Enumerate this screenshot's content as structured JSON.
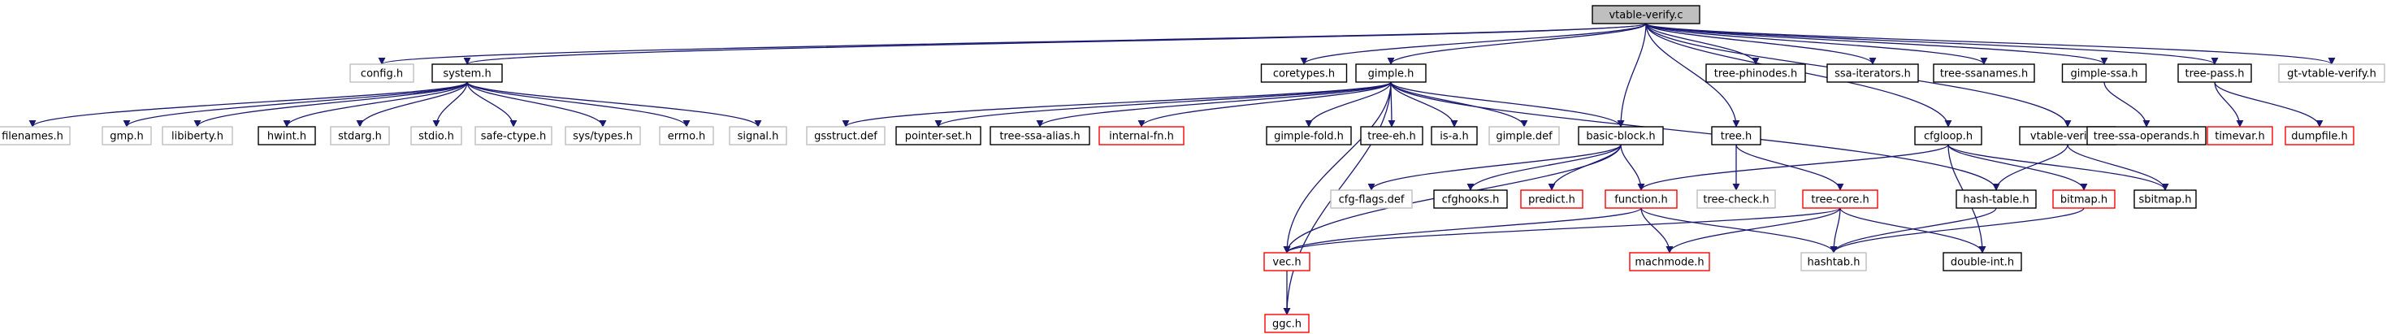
{
  "colors": {
    "edge": "#191970",
    "border_black": "#000000",
    "border_gray": "#bfbfbf",
    "border_red": "#ff0000",
    "root_fill": "#bfbfbf",
    "text": "#000000"
  },
  "nodes": [
    {
      "id": "vtable-verify-c",
      "label": "vtable-verify.c",
      "style": "root"
    },
    {
      "id": "config-h",
      "label": "config.h",
      "style": "gray"
    },
    {
      "id": "system-h",
      "label": "system.h",
      "style": "black"
    },
    {
      "id": "coretypes-h",
      "label": "coretypes.h",
      "style": "black"
    },
    {
      "id": "gimple-h",
      "label": "gimple.h",
      "style": "black"
    },
    {
      "id": "tree-phinodes-h",
      "label": "tree-phinodes.h",
      "style": "black"
    },
    {
      "id": "ssa-iterators-h",
      "label": "ssa-iterators.h",
      "style": "black"
    },
    {
      "id": "tree-ssanames-h",
      "label": "tree-ssanames.h",
      "style": "black"
    },
    {
      "id": "gimple-ssa-h",
      "label": "gimple-ssa.h",
      "style": "black"
    },
    {
      "id": "tree-pass-h",
      "label": "tree-pass.h",
      "style": "black"
    },
    {
      "id": "gt-vtable-verify-h",
      "label": "gt-vtable-verify.h",
      "style": "gray"
    },
    {
      "id": "filenames-h",
      "label": "filenames.h",
      "style": "gray"
    },
    {
      "id": "gmp-h",
      "label": "gmp.h",
      "style": "gray"
    },
    {
      "id": "libiberty-h",
      "label": "libiberty.h",
      "style": "gray"
    },
    {
      "id": "hwint-h",
      "label": "hwint.h",
      "style": "black"
    },
    {
      "id": "stdarg-h",
      "label": "stdarg.h",
      "style": "gray"
    },
    {
      "id": "stdio-h",
      "label": "stdio.h",
      "style": "gray"
    },
    {
      "id": "safe-ctype-h",
      "label": "safe-ctype.h",
      "style": "gray"
    },
    {
      "id": "sys-types-h",
      "label": "sys/types.h",
      "style": "gray"
    },
    {
      "id": "errno-h",
      "label": "errno.h",
      "style": "gray"
    },
    {
      "id": "signal-h",
      "label": "signal.h",
      "style": "gray"
    },
    {
      "id": "gsstruct-def",
      "label": "gsstruct.def",
      "style": "gray"
    },
    {
      "id": "pointer-set-h",
      "label": "pointer-set.h",
      "style": "black"
    },
    {
      "id": "tree-ssa-alias-h",
      "label": "tree-ssa-alias.h",
      "style": "black"
    },
    {
      "id": "internal-fn-h",
      "label": "internal-fn.h",
      "style": "red"
    },
    {
      "id": "gimple-fold-h",
      "label": "gimple-fold.h",
      "style": "black"
    },
    {
      "id": "tree-eh-h",
      "label": "tree-eh.h",
      "style": "black"
    },
    {
      "id": "is-a-h",
      "label": "is-a.h",
      "style": "black"
    },
    {
      "id": "gimple-def",
      "label": "gimple.def",
      "style": "gray"
    },
    {
      "id": "basic-block-h",
      "label": "basic-block.h",
      "style": "black"
    },
    {
      "id": "tree-h",
      "label": "tree.h",
      "style": "black"
    },
    {
      "id": "cfgloop-h",
      "label": "cfgloop.h",
      "style": "black"
    },
    {
      "id": "vtable-verify-h",
      "label": "vtable-verify.h",
      "style": "black"
    },
    {
      "id": "tree-ssa-operands-h",
      "label": "tree-ssa-operands.h",
      "style": "black"
    },
    {
      "id": "timevar-h",
      "label": "timevar.h",
      "style": "red"
    },
    {
      "id": "dumpfile-h",
      "label": "dumpfile.h",
      "style": "red"
    },
    {
      "id": "cfg-flags-def",
      "label": "cfg-flags.def",
      "style": "gray"
    },
    {
      "id": "cfghooks-h",
      "label": "cfghooks.h",
      "style": "black"
    },
    {
      "id": "predict-h",
      "label": "predict.h",
      "style": "red"
    },
    {
      "id": "function-h",
      "label": "function.h",
      "style": "red"
    },
    {
      "id": "tree-check-h",
      "label": "tree-check.h",
      "style": "gray"
    },
    {
      "id": "tree-core-h",
      "label": "tree-core.h",
      "style": "red"
    },
    {
      "id": "hash-table-h",
      "label": "hash-table.h",
      "style": "black"
    },
    {
      "id": "bitmap-h",
      "label": "bitmap.h",
      "style": "red"
    },
    {
      "id": "sbitmap-h",
      "label": "sbitmap.h",
      "style": "black"
    },
    {
      "id": "vec-h",
      "label": "vec.h",
      "style": "red"
    },
    {
      "id": "machmode-h",
      "label": "machmode.h",
      "style": "red"
    },
    {
      "id": "hashtab-h",
      "label": "hashtab.h",
      "style": "gray"
    },
    {
      "id": "double-int-h",
      "label": "double-int.h",
      "style": "black"
    },
    {
      "id": "ggc-h",
      "label": "ggc.h",
      "style": "red"
    }
  ],
  "edges": [
    [
      "vtable-verify-c",
      "config-h"
    ],
    [
      "vtable-verify-c",
      "system-h"
    ],
    [
      "vtable-verify-c",
      "coretypes-h"
    ],
    [
      "vtable-verify-c",
      "gimple-h"
    ],
    [
      "vtable-verify-c",
      "tree-phinodes-h"
    ],
    [
      "vtable-verify-c",
      "ssa-iterators-h"
    ],
    [
      "vtable-verify-c",
      "tree-ssanames-h"
    ],
    [
      "vtable-verify-c",
      "gimple-ssa-h"
    ],
    [
      "vtable-verify-c",
      "tree-pass-h"
    ],
    [
      "vtable-verify-c",
      "gt-vtable-verify-h"
    ],
    [
      "vtable-verify-c",
      "basic-block-h"
    ],
    [
      "vtable-verify-c",
      "tree-h"
    ],
    [
      "vtable-verify-c",
      "cfgloop-h"
    ],
    [
      "vtable-verify-c",
      "vtable-verify-h"
    ],
    [
      "system-h",
      "filenames-h"
    ],
    [
      "system-h",
      "gmp-h"
    ],
    [
      "system-h",
      "libiberty-h"
    ],
    [
      "system-h",
      "hwint-h"
    ],
    [
      "system-h",
      "stdarg-h"
    ],
    [
      "system-h",
      "stdio-h"
    ],
    [
      "system-h",
      "safe-ctype-h"
    ],
    [
      "system-h",
      "sys-types-h"
    ],
    [
      "system-h",
      "errno-h"
    ],
    [
      "system-h",
      "signal-h"
    ],
    [
      "gimple-h",
      "gsstruct-def"
    ],
    [
      "gimple-h",
      "pointer-set-h"
    ],
    [
      "gimple-h",
      "tree-ssa-alias-h"
    ],
    [
      "gimple-h",
      "internal-fn-h"
    ],
    [
      "gimple-h",
      "gimple-fold-h"
    ],
    [
      "gimple-h",
      "tree-eh-h"
    ],
    [
      "gimple-h",
      "is-a-h"
    ],
    [
      "gimple-h",
      "gimple-def"
    ],
    [
      "gimple-h",
      "basic-block-h"
    ],
    [
      "gimple-h",
      "hash-table-h"
    ],
    [
      "gimple-h",
      "vec-h"
    ],
    [
      "gimple-h",
      "ggc-h"
    ],
    [
      "gimple-ssa-h",
      "tree-ssa-operands-h"
    ],
    [
      "tree-pass-h",
      "timevar-h"
    ],
    [
      "tree-pass-h",
      "dumpfile-h"
    ],
    [
      "basic-block-h",
      "cfg-flags-def"
    ],
    [
      "basic-block-h",
      "cfghooks-h"
    ],
    [
      "basic-block-h",
      "predict-h"
    ],
    [
      "basic-block-h",
      "function-h"
    ],
    [
      "basic-block-h",
      "vec-h"
    ],
    [
      "tree-h",
      "tree-check-h"
    ],
    [
      "tree-h",
      "tree-core-h"
    ],
    [
      "cfgloop-h",
      "function-h"
    ],
    [
      "cfgloop-h",
      "bitmap-h"
    ],
    [
      "cfgloop-h",
      "sbitmap-h"
    ],
    [
      "cfgloop-h",
      "double-int-h"
    ],
    [
      "vtable-verify-h",
      "hash-table-h"
    ],
    [
      "vtable-verify-h",
      "sbitmap-h"
    ],
    [
      "function-h",
      "vec-h"
    ],
    [
      "function-h",
      "machmode-h"
    ],
    [
      "function-h",
      "hashtab-h"
    ],
    [
      "tree-core-h",
      "vec-h"
    ],
    [
      "tree-core-h",
      "machmode-h"
    ],
    [
      "tree-core-h",
      "hashtab-h"
    ],
    [
      "tree-core-h",
      "double-int-h"
    ],
    [
      "hash-table-h",
      "hashtab-h"
    ],
    [
      "bitmap-h",
      "hashtab-h"
    ],
    [
      "vec-h",
      "ggc-h"
    ]
  ]
}
